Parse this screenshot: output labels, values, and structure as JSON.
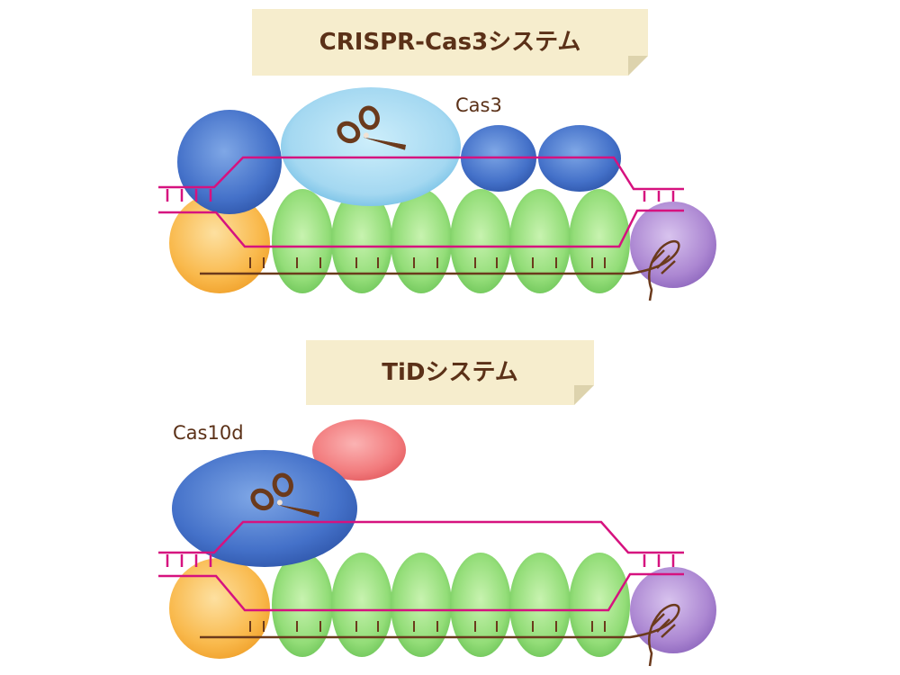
{
  "panels": [
    {
      "title": "CRISPR-Cas3システム",
      "label": "Cas3"
    },
    {
      "title": "TiDシステム",
      "label": "Cas10d"
    }
  ],
  "colors": {
    "banner": "#f6edcd",
    "banner_fold": "#ddd3ad",
    "text": "#5b3118",
    "dna_strand": "#d6127f",
    "crrna": "#6b3a1c",
    "cas5_blue": "#3d6cc4",
    "cas3_light_blue": "#a9daf2",
    "cas8_yellow": "#f8b542",
    "cas7_green": "#8fdc73",
    "cas6_purple": "#ab84cf",
    "tid_small_red": "#f2787a",
    "scissors": "#6b3a1c"
  },
  "icons": [
    "scissors-icon"
  ]
}
